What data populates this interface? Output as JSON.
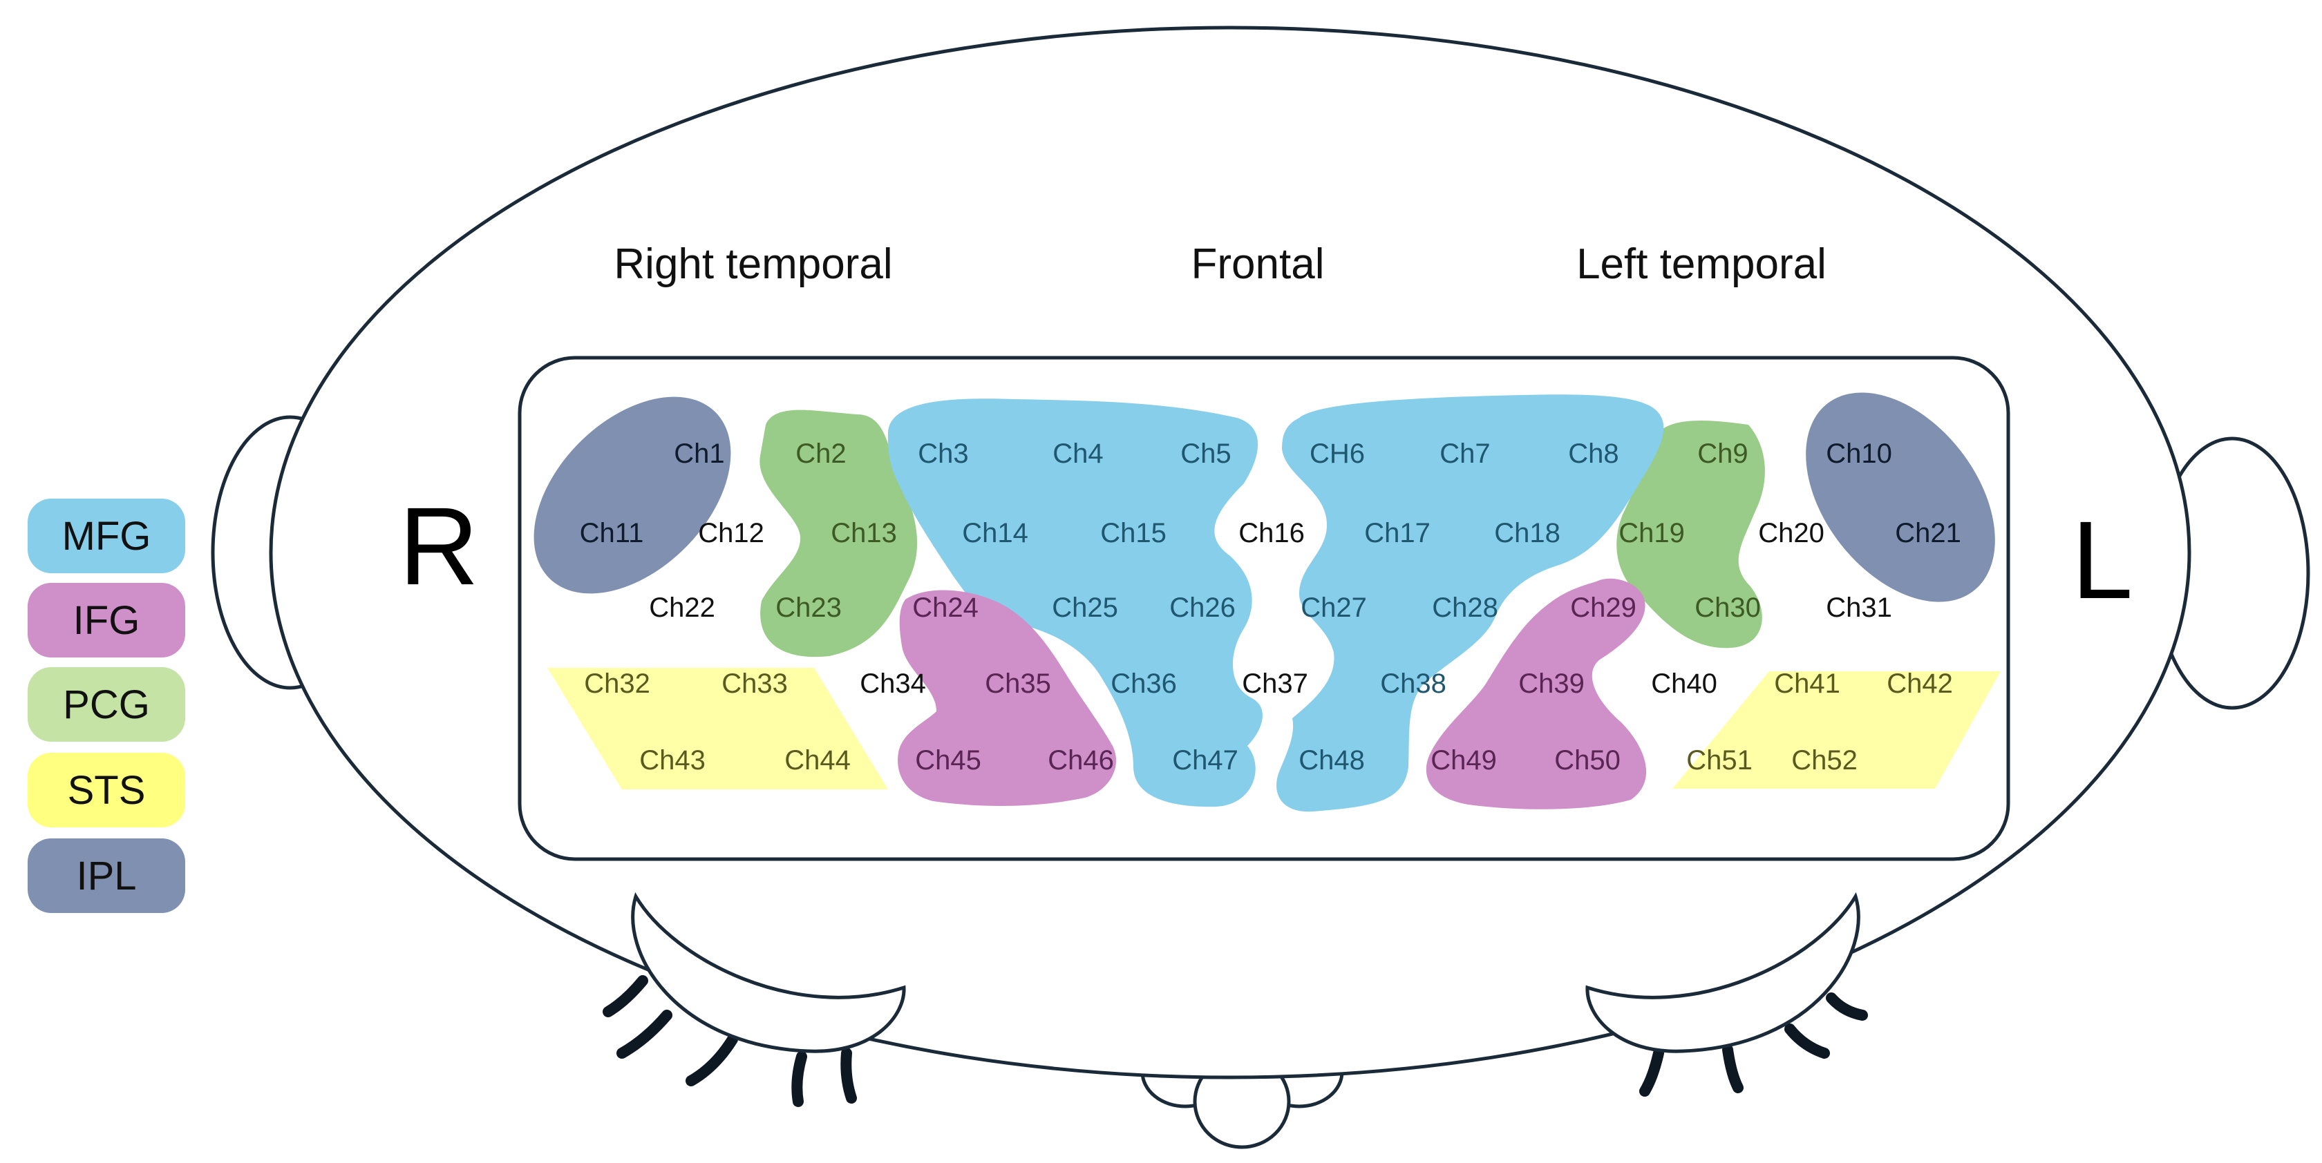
{
  "legend": [
    {
      "label": "MFG",
      "color": "#87CEEB"
    },
    {
      "label": "IFG",
      "color": "#CF8FC8"
    },
    {
      "label": "PCG",
      "color": "#C4E3A4"
    },
    {
      "label": "STS",
      "color": "#FFFF80"
    },
    {
      "label": "IPL",
      "color": "#8090B0"
    }
  ],
  "headings": {
    "right_temporal": "Right temporal",
    "frontal": "Frontal",
    "left_temporal": "Left temporal"
  },
  "sides": {
    "right": "R",
    "left": "L"
  },
  "region_colors": {
    "MFG": "#87CEEB",
    "IFG": "#CF8FC8",
    "PCG": "#99CC88",
    "STS": "#FFFFA8",
    "IPL": "#8090B0"
  },
  "channels": [
    {
      "label": "Ch1",
      "region": "IPL"
    },
    {
      "label": "Ch2",
      "region": "PCG"
    },
    {
      "label": "Ch3",
      "region": "MFG"
    },
    {
      "label": "Ch4",
      "region": "MFG"
    },
    {
      "label": "Ch5",
      "region": "MFG"
    },
    {
      "label": "CH6",
      "region": "MFG"
    },
    {
      "label": "Ch7",
      "region": "MFG"
    },
    {
      "label": "Ch8",
      "region": "MFG"
    },
    {
      "label": "Ch9",
      "region": "PCG"
    },
    {
      "label": "Ch10",
      "region": "IPL"
    },
    {
      "label": "Ch11",
      "region": "IPL"
    },
    {
      "label": "Ch12",
      "region": ""
    },
    {
      "label": "Ch13",
      "region": "PCG"
    },
    {
      "label": "Ch14",
      "region": "MFG"
    },
    {
      "label": "Ch15",
      "region": "MFG"
    },
    {
      "label": "Ch16",
      "region": ""
    },
    {
      "label": "Ch17",
      "region": "MFG"
    },
    {
      "label": "Ch18",
      "region": "MFG"
    },
    {
      "label": "Ch19",
      "region": "PCG"
    },
    {
      "label": "Ch20",
      "region": ""
    },
    {
      "label": "Ch21",
      "region": "IPL"
    },
    {
      "label": "Ch22",
      "region": ""
    },
    {
      "label": "Ch23",
      "region": "PCG"
    },
    {
      "label": "Ch24",
      "region": "IFG"
    },
    {
      "label": "Ch25",
      "region": "MFG"
    },
    {
      "label": "Ch26",
      "region": "MFG"
    },
    {
      "label": "Ch27",
      "region": "MFG"
    },
    {
      "label": "Ch28",
      "region": "MFG"
    },
    {
      "label": "Ch29",
      "region": "IFG"
    },
    {
      "label": "Ch30",
      "region": "PCG"
    },
    {
      "label": "Ch31",
      "region": ""
    },
    {
      "label": "Ch32",
      "region": "STS"
    },
    {
      "label": "Ch33",
      "region": "STS"
    },
    {
      "label": "Ch34",
      "region": ""
    },
    {
      "label": "Ch35",
      "region": "IFG"
    },
    {
      "label": "Ch36",
      "region": "MFG"
    },
    {
      "label": "Ch37",
      "region": ""
    },
    {
      "label": "Ch38",
      "region": "MFG"
    },
    {
      "label": "Ch39",
      "region": "IFG"
    },
    {
      "label": "Ch40",
      "region": ""
    },
    {
      "label": "Ch41",
      "region": "STS"
    },
    {
      "label": "Ch42",
      "region": "STS"
    },
    {
      "label": "Ch43",
      "region": "STS"
    },
    {
      "label": "Ch44",
      "region": "STS"
    },
    {
      "label": "Ch45",
      "region": "IFG"
    },
    {
      "label": "Ch46",
      "region": "IFG"
    },
    {
      "label": "Ch47",
      "region": "MFG"
    },
    {
      "label": "Ch48",
      "region": "MFG"
    },
    {
      "label": "Ch49",
      "region": "IFG"
    },
    {
      "label": "Ch50",
      "region": "IFG"
    },
    {
      "label": "Ch51",
      "region": "STS"
    },
    {
      "label": "Ch52",
      "region": "STS"
    }
  ]
}
